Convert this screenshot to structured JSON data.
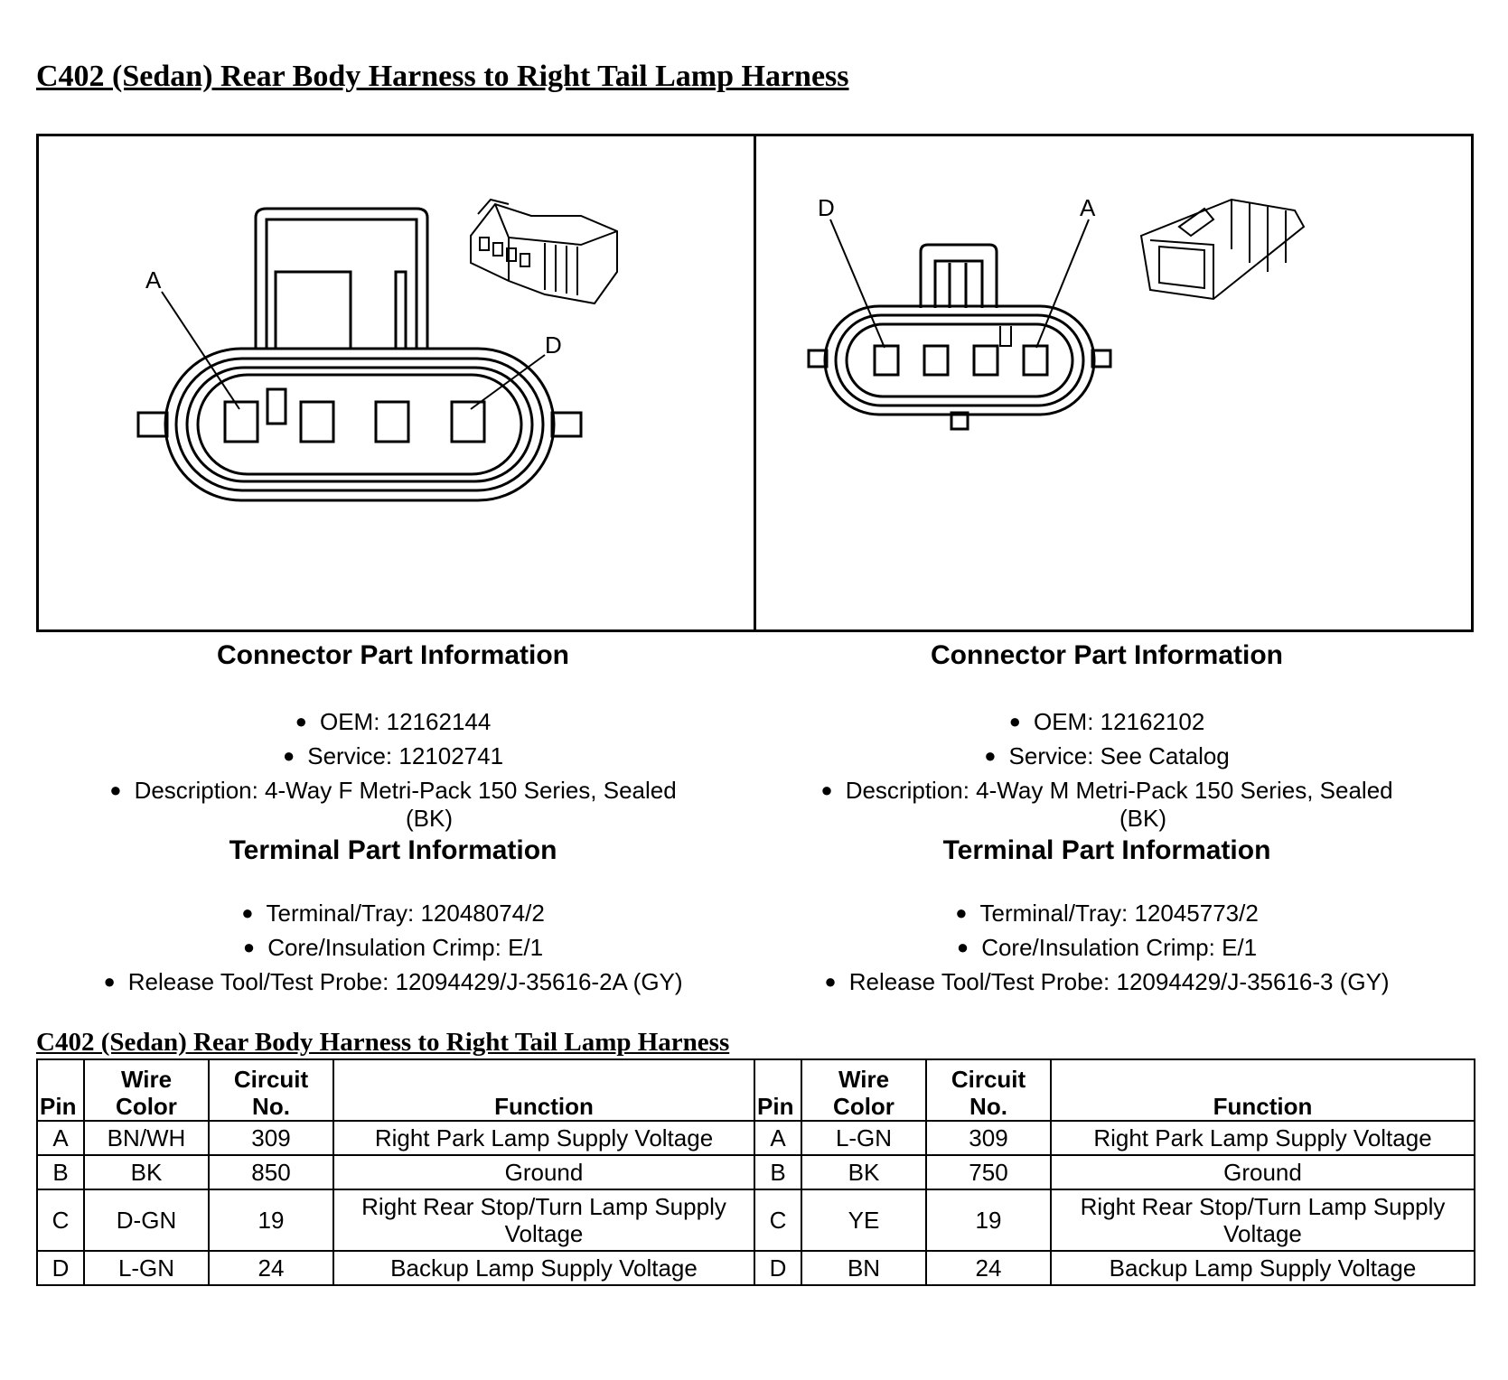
{
  "title": "C402 (Sedan) Rear Body Harness to Right Tail Lamp Harness",
  "diagram": {
    "left": {
      "label_a": "A",
      "label_d": "D"
    },
    "right": {
      "label_d": "D",
      "label_a": "A"
    }
  },
  "connectors": [
    {
      "connector_heading": "Connector Part Information",
      "oem": "OEM: 12162144",
      "service": "Service: 12102741",
      "description_line1": "Description: 4-Way F Metri-Pack 150 Series, Sealed",
      "description_line2": "(BK)",
      "terminal_heading": "Terminal Part Information",
      "terminal_tray": "Terminal/Tray: 12048074/2",
      "crimp": "Core/Insulation Crimp: E/1",
      "release_tool": "Release Tool/Test Probe: 12094429/J-35616-2A (GY)"
    },
    {
      "connector_heading": "Connector Part Information",
      "oem": "OEM: 12162102",
      "service": "Service: See Catalog",
      "description_line1": "Description: 4-Way M Metri-Pack 150 Series, Sealed",
      "description_line2": "(BK)",
      "terminal_heading": "Terminal Part Information",
      "terminal_tray": "Terminal/Tray: 12045773/2",
      "crimp": "Core/Insulation Crimp: E/1",
      "release_tool": "Release Tool/Test Probe: 12094429/J-35616-3 (GY)"
    }
  ],
  "table": {
    "title": "C402 (Sedan) Rear Body Harness to Right Tail Lamp Harness",
    "headers": {
      "pin": "Pin",
      "wire_color_1": "Wire",
      "wire_color_2": "Color",
      "circuit_1": "Circuit",
      "circuit_2": "No.",
      "function": "Function"
    },
    "rows": [
      {
        "l_pin": "A",
        "l_color": "BN/WH",
        "l_circuit": "309",
        "l_function": "Right Park Lamp Supply Voltage",
        "r_pin": "A",
        "r_color": "L-GN",
        "r_circuit": "309",
        "r_function": "Right Park Lamp Supply Voltage"
      },
      {
        "l_pin": "B",
        "l_color": "BK",
        "l_circuit": "850",
        "l_function": "Ground",
        "r_pin": "B",
        "r_color": "BK",
        "r_circuit": "750",
        "r_function": "Ground"
      },
      {
        "l_pin": "C",
        "l_color": "D-GN",
        "l_circuit": "19",
        "l_function": "Right Rear Stop/Turn Lamp Supply Voltage",
        "r_pin": "C",
        "r_color": "YE",
        "r_circuit": "19",
        "r_function": "Right Rear Stop/Turn Lamp Supply Voltage"
      },
      {
        "l_pin": "D",
        "l_color": "L-GN",
        "l_circuit": "24",
        "l_function": "Backup Lamp Supply Voltage",
        "r_pin": "D",
        "r_color": "BN",
        "r_circuit": "24",
        "r_function": "Backup Lamp Supply Voltage"
      }
    ]
  }
}
